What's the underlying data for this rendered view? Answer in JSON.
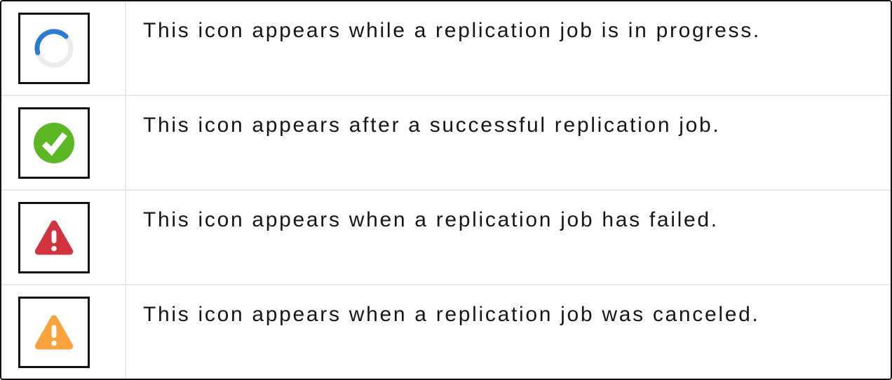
{
  "table": {
    "rows": [
      {
        "icon": "in-progress-spinner-icon",
        "status": "in progress",
        "description": "This icon appears while a replication job is in progress."
      },
      {
        "icon": "success-check-icon",
        "status": "success",
        "description": "This icon appears after a successful replication job."
      },
      {
        "icon": "failed-warning-icon",
        "status": "failed",
        "description": "This icon appears when a replication job has failed."
      },
      {
        "icon": "canceled-warning-icon",
        "status": "canceled",
        "description": "This icon appears when a replication job was canceled."
      }
    ]
  },
  "colors": {
    "spinner_blue": "#2b7bd3",
    "spinner_track": "#ececec",
    "success_green": "#5cb724",
    "failed_red": "#d13440",
    "canceled_orange": "#f8a33e",
    "divider_gray": "#e8e8e8",
    "border_black": "#111111",
    "text": "#161616"
  }
}
